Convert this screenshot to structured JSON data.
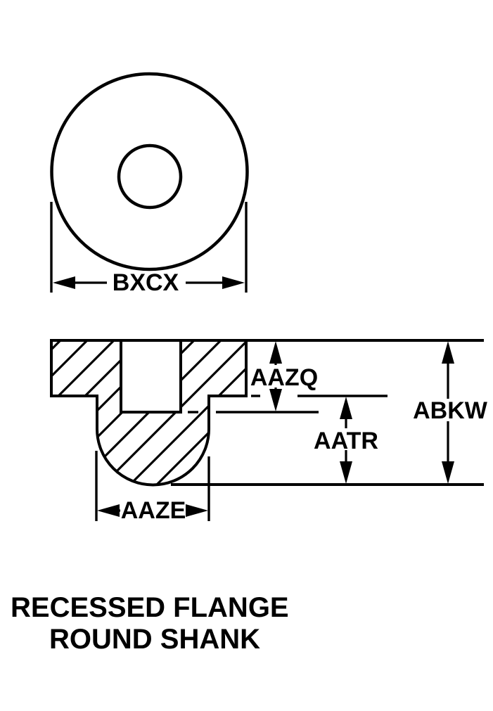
{
  "page": {
    "background_color": "#ffffff",
    "line_color": "#000000"
  },
  "title": {
    "line1": "RECESSED FLANGE",
    "line2": "ROUND SHANK"
  },
  "dimensions": {
    "flange_diameter": "BXCX",
    "recess_depth": "AAZQ",
    "shank_length": "AATR",
    "overall_height": "ABKW",
    "shank_diameter": "AAZE"
  }
}
